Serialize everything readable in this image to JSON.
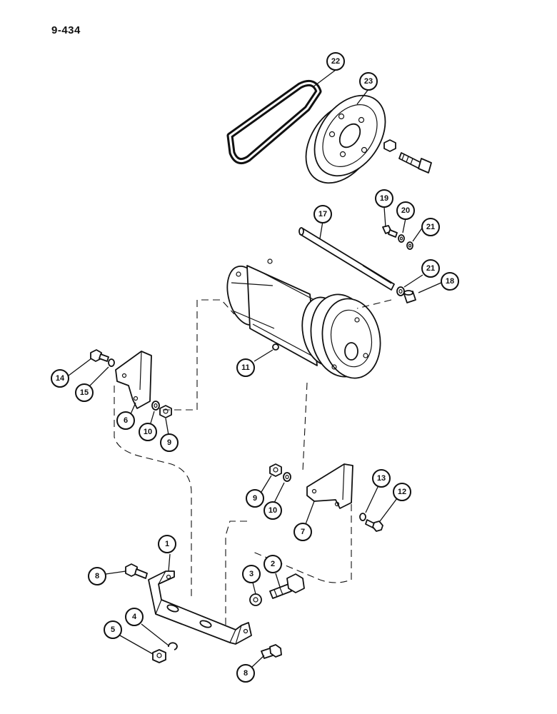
{
  "page": {
    "number": "9-434"
  },
  "callouts": [
    {
      "id": "c1",
      "label": "1"
    },
    {
      "id": "c2",
      "label": "2"
    },
    {
      "id": "c3",
      "label": "3"
    },
    {
      "id": "c4",
      "label": "4"
    },
    {
      "id": "c5",
      "label": "5"
    },
    {
      "id": "c6",
      "label": "6"
    },
    {
      "id": "c7",
      "label": "7"
    },
    {
      "id": "c8a",
      "label": "8"
    },
    {
      "id": "c8b",
      "label": "8"
    },
    {
      "id": "c9a",
      "label": "9"
    },
    {
      "id": "c9b",
      "label": "9"
    },
    {
      "id": "c10a",
      "label": "10"
    },
    {
      "id": "c10b",
      "label": "10"
    },
    {
      "id": "c11",
      "label": "11"
    },
    {
      "id": "c12",
      "label": "12"
    },
    {
      "id": "c13",
      "label": "13"
    },
    {
      "id": "c14",
      "label": "14"
    },
    {
      "id": "c15",
      "label": "15"
    },
    {
      "id": "c17",
      "label": "17"
    },
    {
      "id": "c18",
      "label": "18"
    },
    {
      "id": "c19",
      "label": "19"
    },
    {
      "id": "c20",
      "label": "20"
    },
    {
      "id": "c21a",
      "label": "21"
    },
    {
      "id": "c21b",
      "label": "21"
    },
    {
      "id": "c22",
      "label": "22"
    },
    {
      "id": "c23",
      "label": "23"
    }
  ]
}
